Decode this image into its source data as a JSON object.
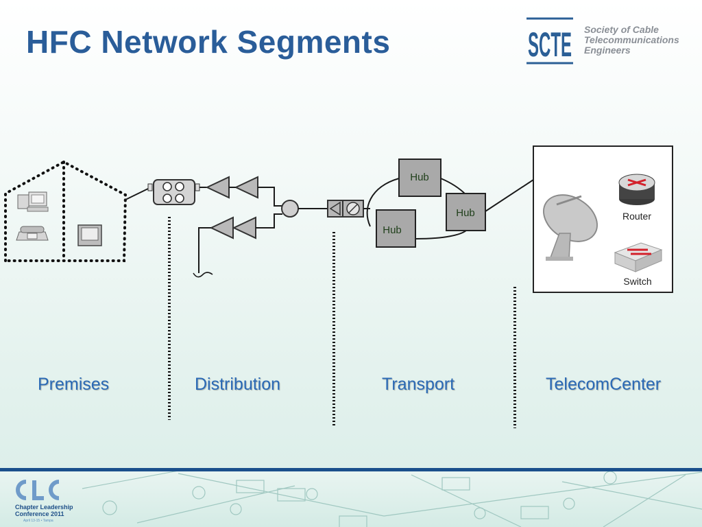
{
  "slide": {
    "title": "HFC Network Segments"
  },
  "logo": {
    "mark": "SCTE",
    "line1": "Society of Cable",
    "line2": "Telecommunications",
    "line3": "Engineers"
  },
  "diagram": {
    "hubs": [
      "Hub",
      "Hub",
      "Hub"
    ],
    "router_label": "Router",
    "switch_label": "Switch"
  },
  "segments": [
    "Premises",
    "Distribution",
    "Transport",
    "TelecomCenter"
  ],
  "footer": {
    "clc_line1": "Chapter Leadership",
    "clc_line2": "Conference 2011",
    "clc_line3": "April 13-15 • Tampa"
  },
  "colors": {
    "title": "#2a5d99",
    "segment_label": "#2a69b5",
    "hub_fill": "#a9a9a9",
    "footer_bar": "#1a4f8c"
  }
}
